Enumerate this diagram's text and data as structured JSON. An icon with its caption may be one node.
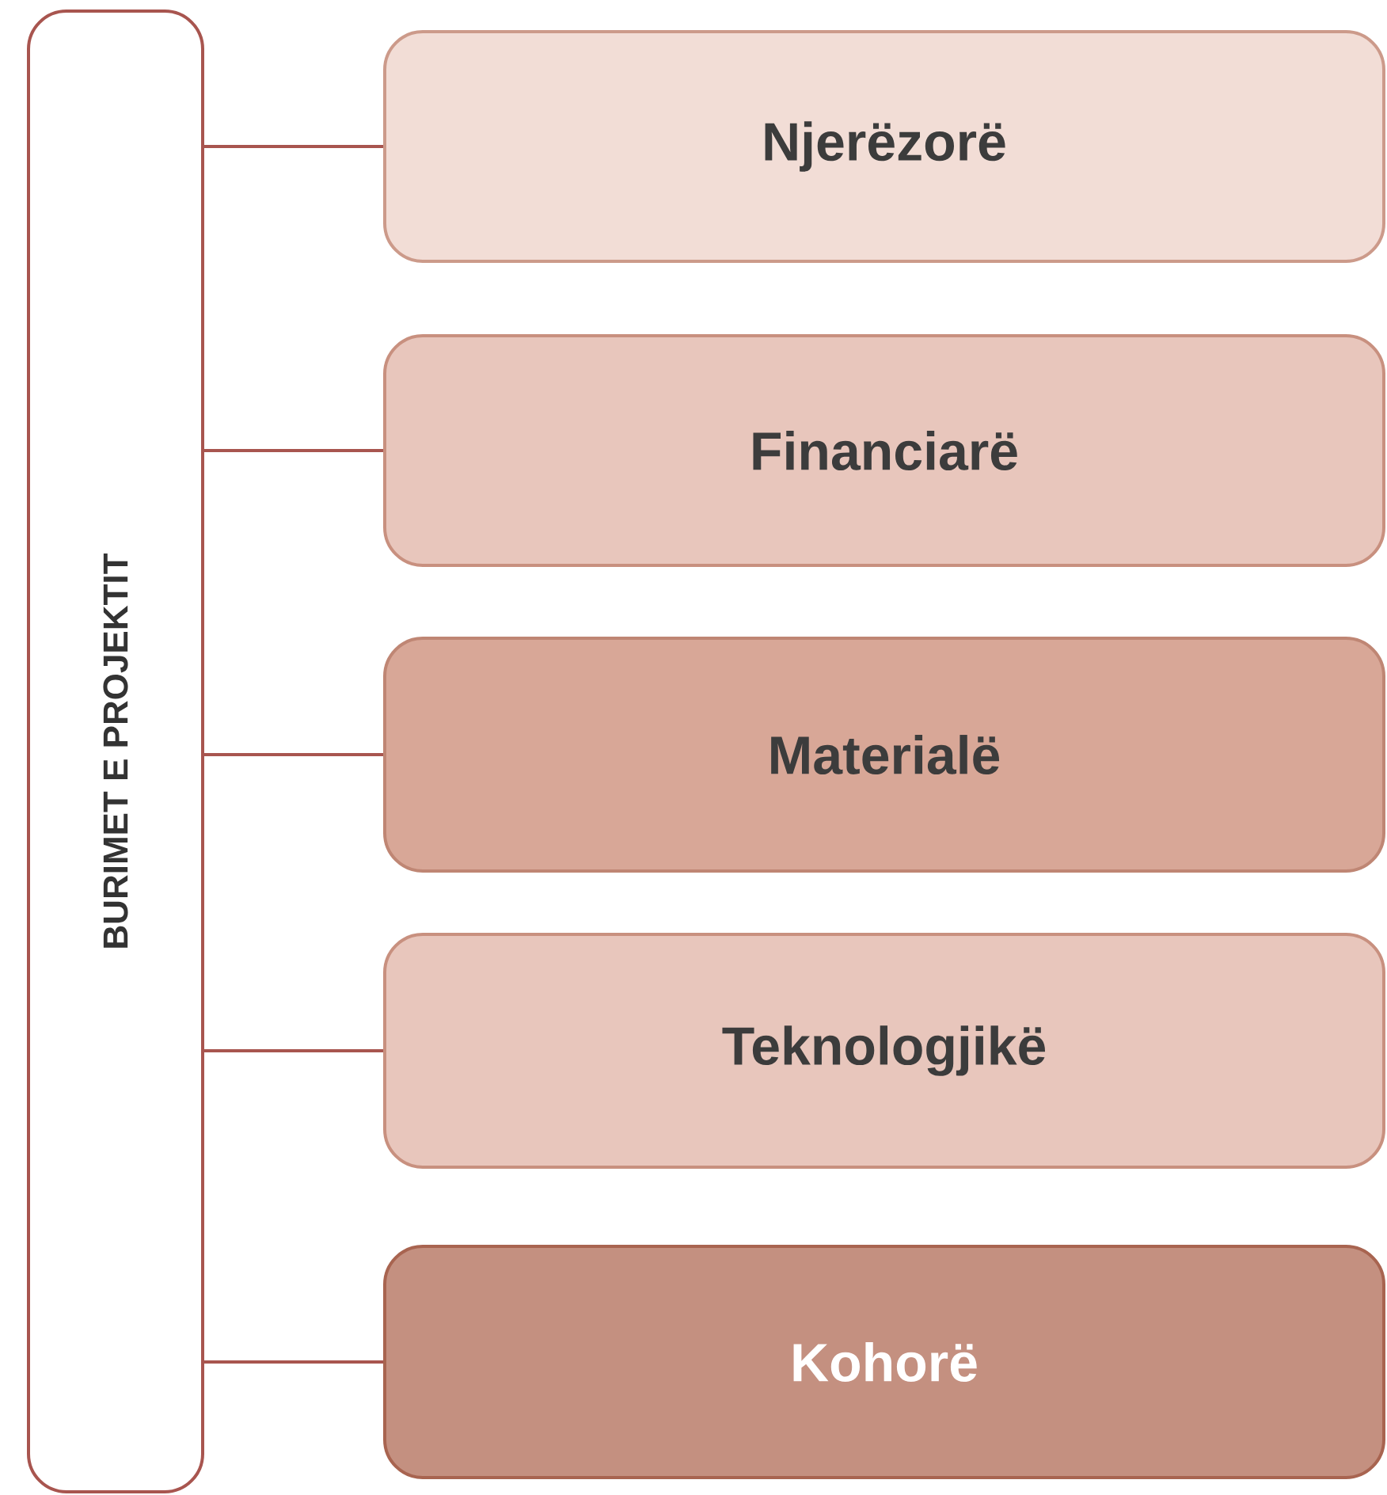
{
  "diagram": {
    "nodes": [
      {
        "text": [
          "BURIMET E PROJEKTIT"
        ]
      },
      {
        "text": [
          "Njerëzorë"
        ]
      },
      {
        "text": [
          "Financiarë"
        ]
      },
      {
        "text": [
          "Materialë"
        ]
      },
      {
        "text": [
          "Teknologjikë"
        ]
      },
      {
        "text": [
          "Kohorë"
        ]
      }
    ],
    "edges": [
      {
        "from": 0,
        "to": 1,
        "arrow": "none"
      },
      {
        "from": 0,
        "to": 2,
        "arrow": "none"
      },
      {
        "from": 0,
        "to": 3,
        "arrow": "none"
      },
      {
        "from": 0,
        "to": 4,
        "arrow": "none"
      },
      {
        "from": 0,
        "to": 5,
        "arrow": "none"
      }
    ]
  }
}
